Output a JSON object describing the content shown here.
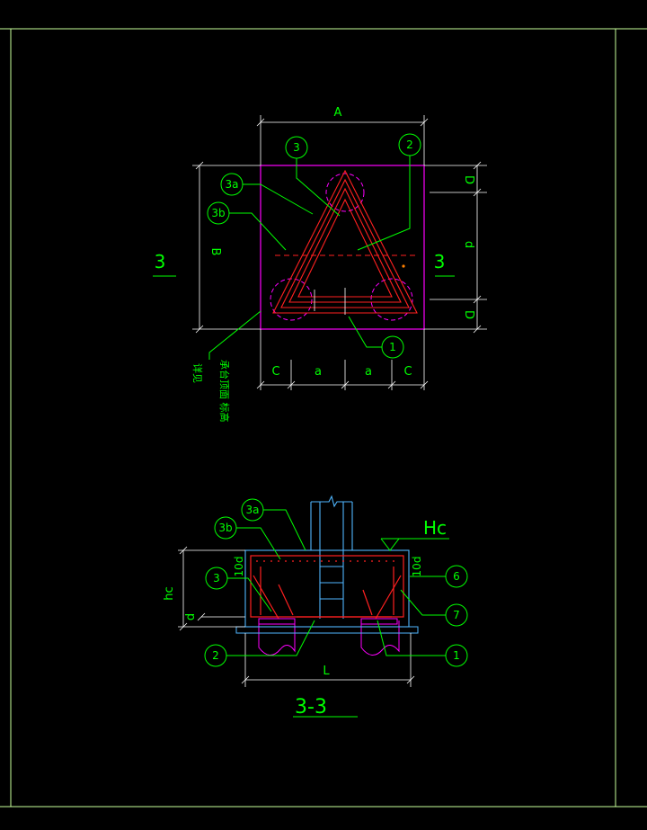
{
  "colors": {
    "background": "#000000",
    "frame": "#c8ff9a",
    "dimension": "#ffffff",
    "annotation": "#00ff00",
    "cap_outline": "#ff00ff",
    "rebar": "#ff2020",
    "pile": "#ff00ff",
    "column": "#4fb6ff",
    "accent": "#ff8000"
  },
  "plan": {
    "dim_top": "A",
    "dim_left": "B",
    "dim_right_top": "D",
    "dim_right_mid": "d",
    "dim_right_bottom": "D",
    "dim_bottom": [
      "C",
      "a",
      "a",
      "C"
    ],
    "section_mark_left": "3",
    "section_mark_right": "3",
    "callouts": [
      "3",
      "2",
      "3a",
      "3b",
      "1"
    ],
    "note": "承台顶面 标高",
    "note_sub": "详见"
  },
  "section": {
    "title": "3-3",
    "callouts": [
      "3a",
      "3b",
      "3",
      "2",
      "6",
      "7",
      "1"
    ],
    "hc_label": "Hc",
    "hc_dim": "hc",
    "d_dim": "d",
    "ld_left": "10d",
    "ld_right": "10d",
    "width_dim": "L"
  }
}
